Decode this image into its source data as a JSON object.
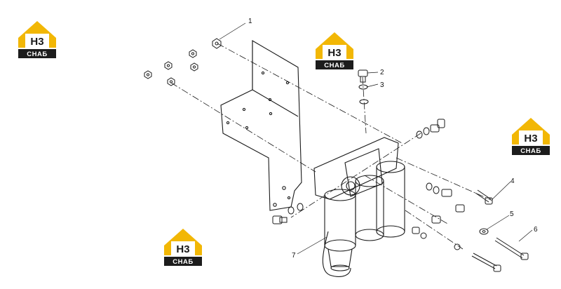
{
  "watermark": {
    "code": "H3",
    "brand": "CHAБ",
    "gold": "#f2b705",
    "dark": "#1c1c1c"
  },
  "callouts": [
    "1",
    "2",
    "3",
    "4",
    "5",
    "6",
    "7"
  ]
}
